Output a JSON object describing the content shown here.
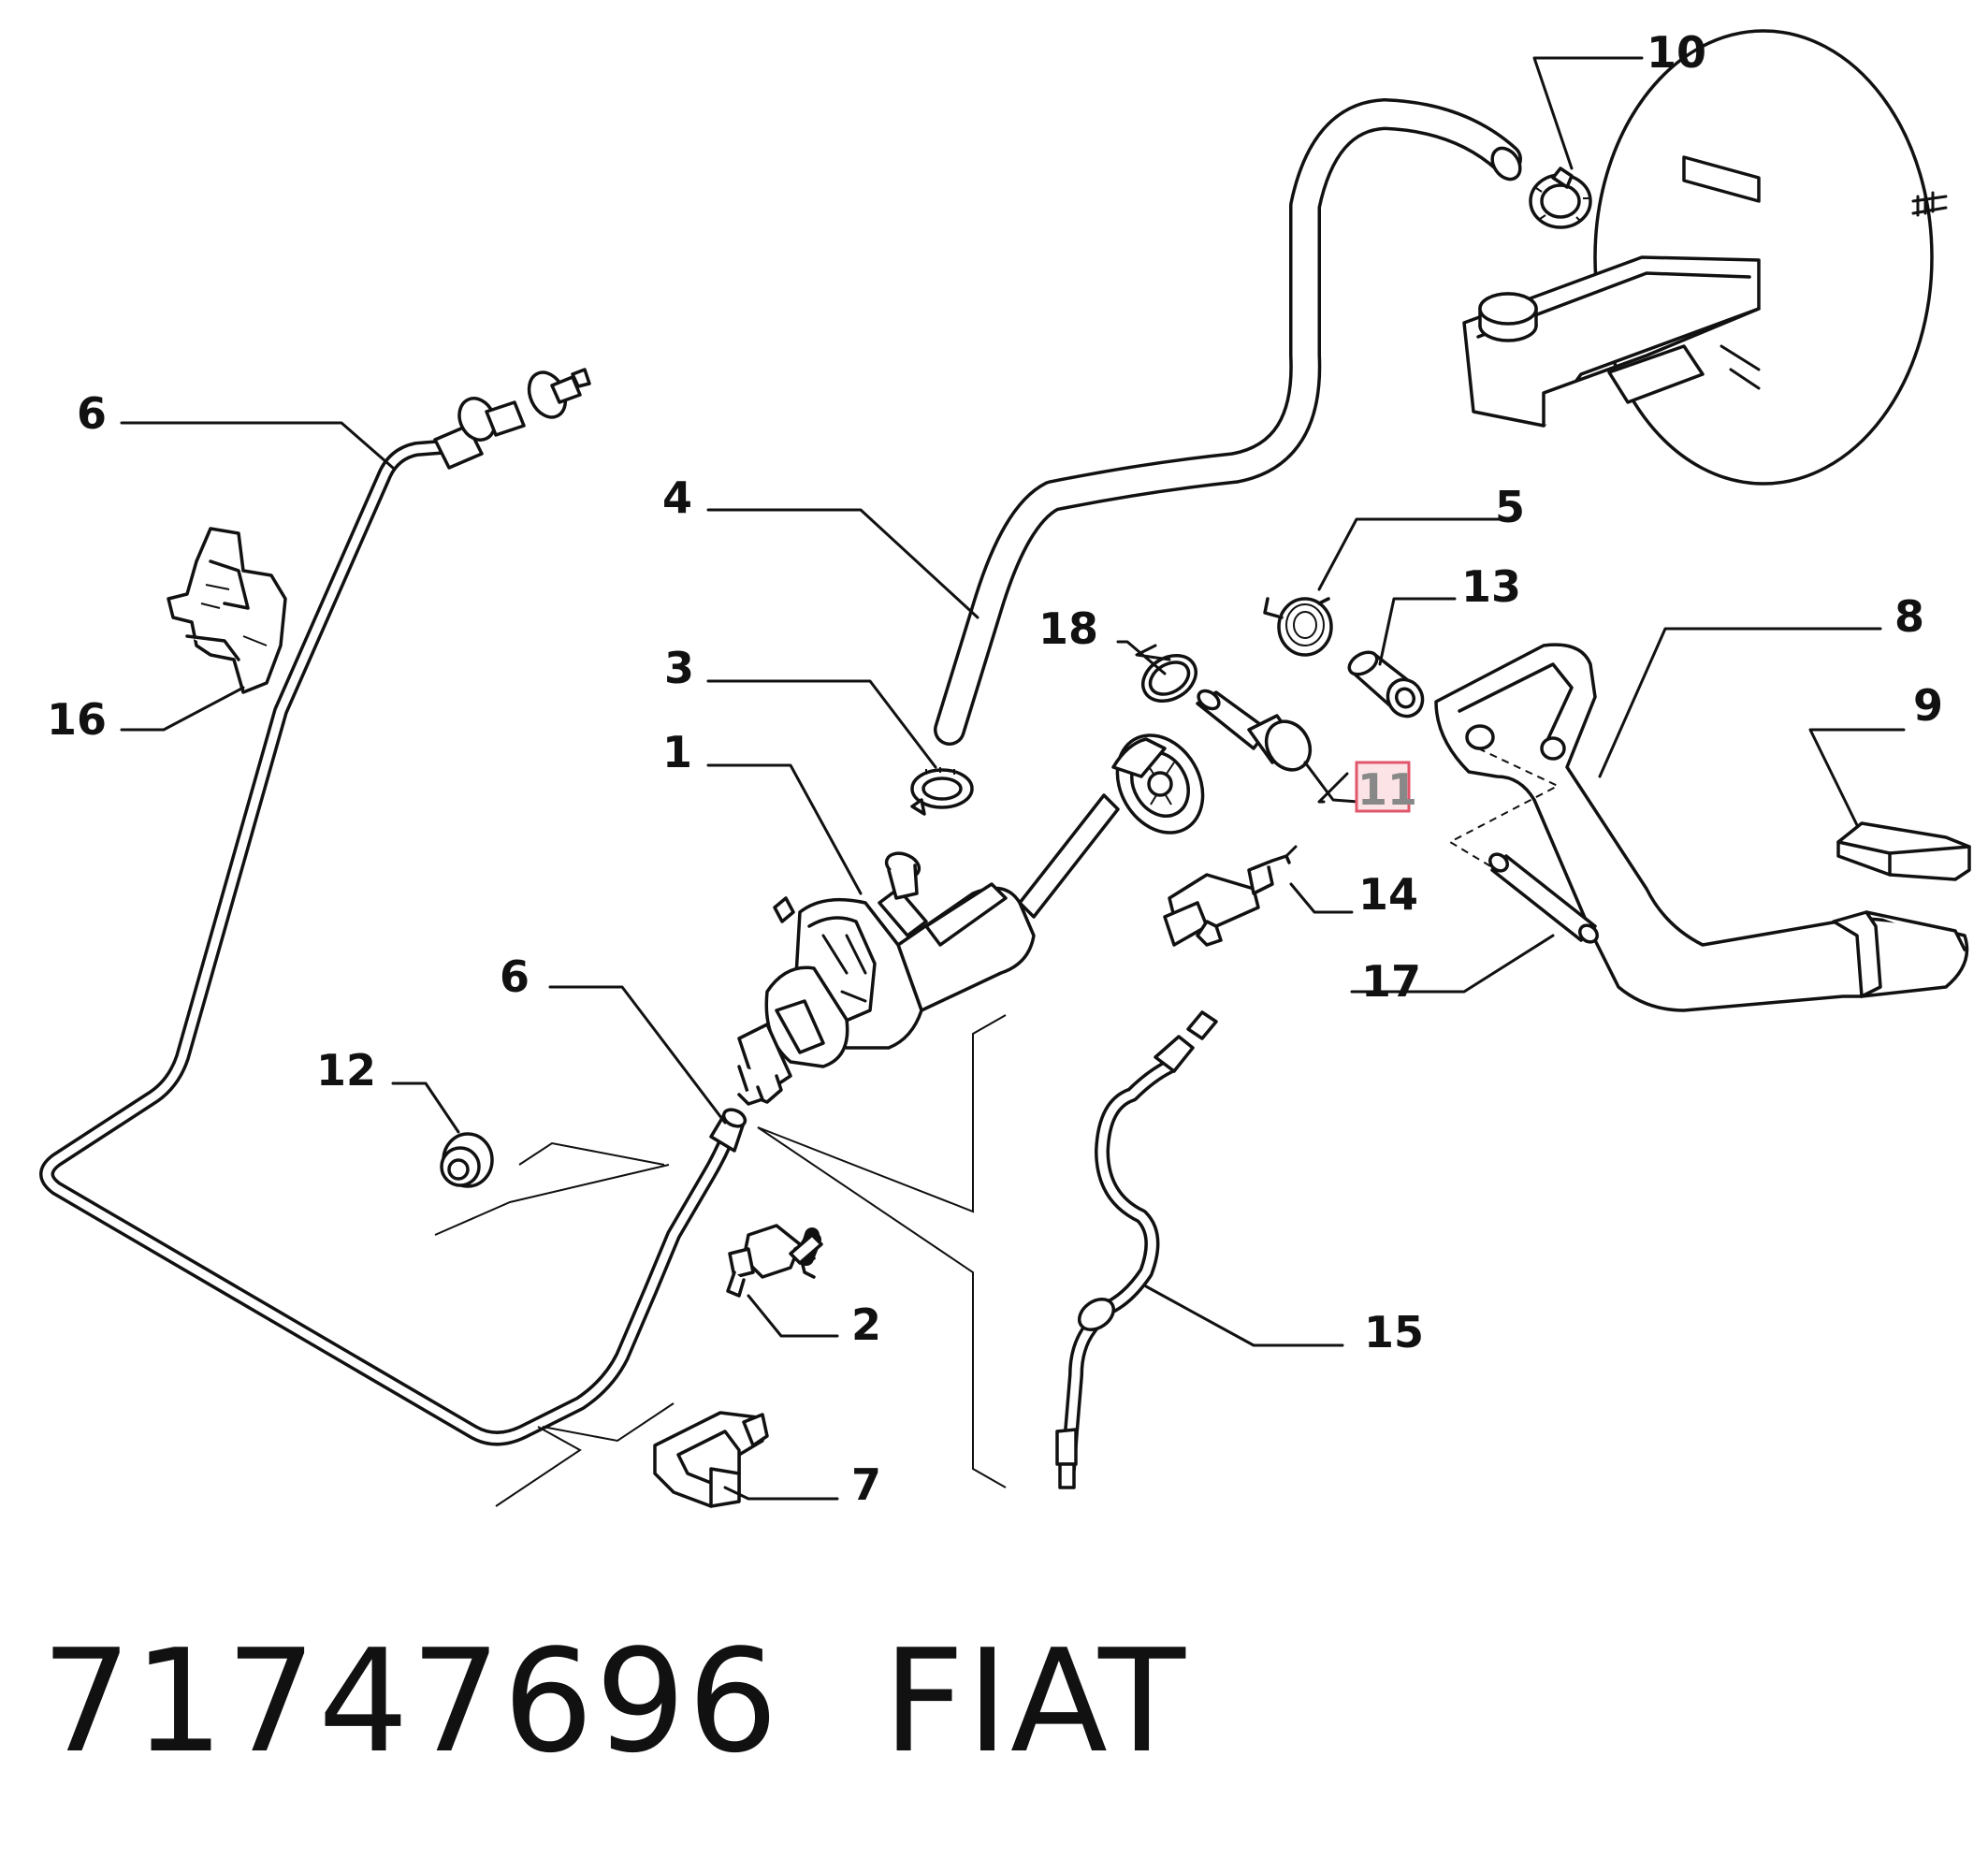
{
  "callouts": {
    "c1": "1",
    "c2": "2",
    "c3": "3",
    "c4": "4",
    "c5": "5",
    "c6a": "6",
    "c6b": "6",
    "c7": "7",
    "c8": "8",
    "c9": "9",
    "c10": "10",
    "c11": "11",
    "c12": "12",
    "c13": "13",
    "c14": "14",
    "c15": "15",
    "c16": "16",
    "c17": "17",
    "c18": "18"
  },
  "highlighted_callout": "11",
  "highlight_color": "#e0566b",
  "footer": {
    "part_number": "71747696",
    "brand": "FIAT"
  }
}
